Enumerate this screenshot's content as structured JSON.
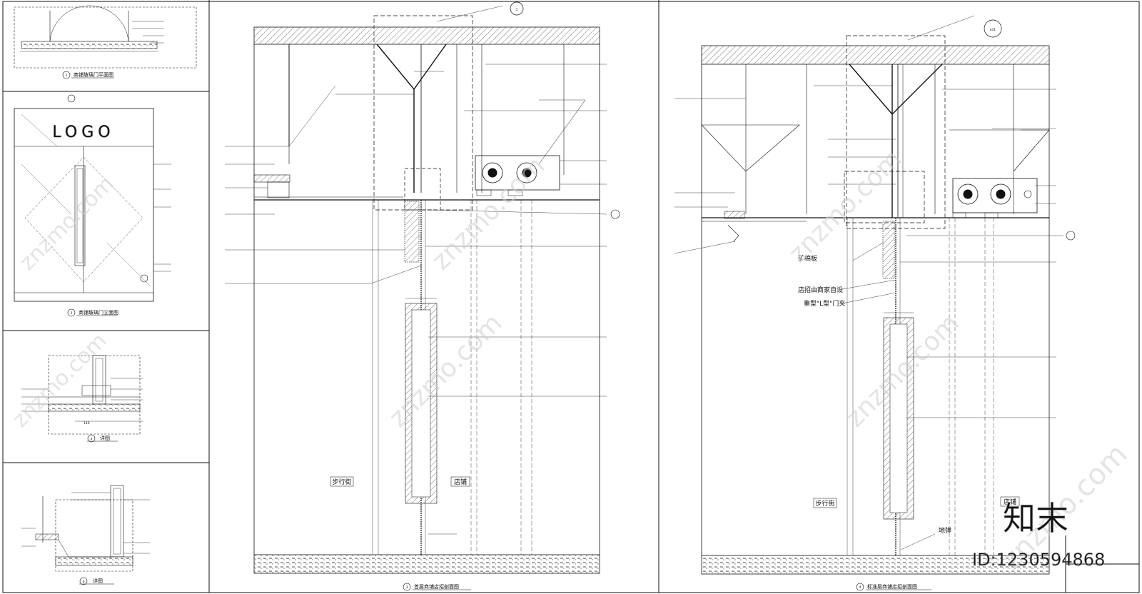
{
  "panels": {
    "p1": {
      "title": "商铺玻璃门平面图",
      "num": "1"
    },
    "p2": {
      "title": "商铺玻璃门立面图",
      "num": "2",
      "logo_text": "LOGO"
    },
    "pa": {
      "title": "详图",
      "num": "a",
      "dims": [
        "140"
      ]
    },
    "pb": {
      "title": "详图",
      "num": "b"
    },
    "p3": {
      "title": "首层商铺店招剖面图",
      "num": "3",
      "callout": "1",
      "zone_left": "步行街",
      "zone_right": "店铺"
    },
    "p4": {
      "title": "标准层商铺店招剖面图",
      "num": "4",
      "callout": "L01",
      "zone_left": "步行街",
      "zone_right": "店铺",
      "labels": [
        "矿棉板",
        "店招由商家自设",
        "重型\"L型\"门夹",
        "地弹"
      ]
    }
  },
  "watermark": {
    "text": "znzmo.com",
    "brand": "知末",
    "id": "ID:1230594868"
  },
  "colors": {
    "line": "#111111",
    "hatch": "#555555",
    "wm": "#cfcfcf"
  }
}
